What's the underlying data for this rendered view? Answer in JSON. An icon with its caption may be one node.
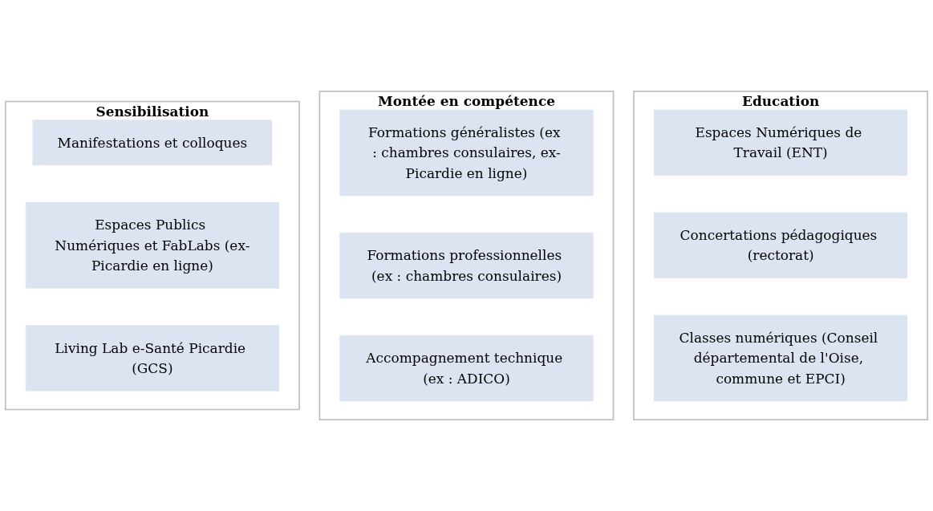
{
  "diagram": {
    "nodes": [
      {
        "text": [
          "Sensibilisation"
        ]
      },
      {
        "text": [
          "Manifestations et colloques"
        ],
        "in": 0
      },
      {
        "text": [
          "Espaces Publics Numériques et FabLabs (ex-Picardie en ligne)"
        ],
        "in": 0
      },
      {
        "text": [
          "Living Lab e-Santé Picardie (GCS)"
        ],
        "in": 0
      },
      {
        "text": [
          "Montée en compétence"
        ]
      },
      {
        "text": [
          "Formations généralistes (ex : chambres consulaires, ex-Picardie en ligne)"
        ],
        "in": 4
      },
      {
        "text": [
          "Formations professionnelles (ex : chambres consulaires)"
        ],
        "in": 4
      },
      {
        "text": [
          "Accompagnement technique (ex : ADICO)"
        ],
        "in": 4
      },
      {
        "text": [
          "Education"
        ]
      },
      {
        "text": [
          "Espaces Numériques de Travail (ENT)"
        ],
        "in": 8
      },
      {
        "text": [
          "Concertations pédagogiques (rectorat)"
        ],
        "in": 8
      },
      {
        "text": [
          "Classes numériques (Conseil départemental de l'Oise, commune et EPCI)"
        ],
        "in": 8
      }
    ]
  }
}
